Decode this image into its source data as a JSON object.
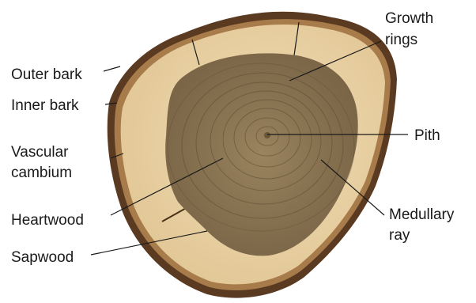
{
  "diagram": {
    "colors": {
      "bark": "#5b3a22",
      "sapwood": "#e6cfa0",
      "heartwood": "#8b7555",
      "leader": "#1a1a1a"
    },
    "labels": {
      "outer_bark": "Outer bark",
      "inner_bark": "Inner bark",
      "vascular_1": "Vascular",
      "vascular_2": "cambium",
      "heartwood": "Heartwood",
      "sapwood": "Sapwood",
      "growth_1": "Growth",
      "growth_2": "rings",
      "pith": "Pith",
      "medullary_1": "Medullary",
      "medullary_2": "ray"
    }
  }
}
